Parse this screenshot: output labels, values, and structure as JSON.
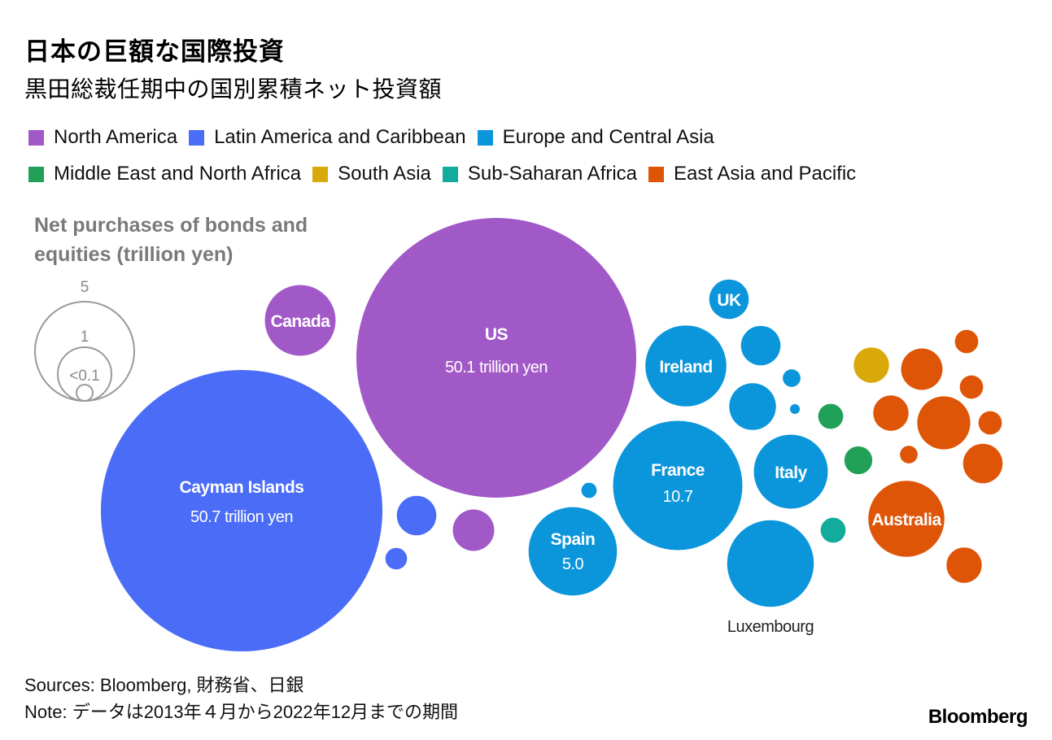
{
  "title": "日本の巨額な国際投資",
  "subtitle": "黒田総裁任期中の国別累積ネット投資額",
  "legend": [
    {
      "name": "North America",
      "color": "#a259c8"
    },
    {
      "name": "Latin America and Caribbean",
      "color": "#4a6cf7"
    },
    {
      "name": "Europe and Central Asia",
      "color": "#0b96db"
    },
    {
      "name": "Middle East and North Africa",
      "color": "#21a057"
    },
    {
      "name": "South Asia",
      "color": "#d9a90a"
    },
    {
      "name": "Sub-Saharan Africa",
      "color": "#12ab9c"
    },
    {
      "name": "East Asia and Pacific",
      "color": "#df5507"
    }
  ],
  "size_legend": {
    "title": "Net purchases of bonds and equities (trillion yen)",
    "labels": [
      "5",
      "1",
      "<0.1"
    ],
    "values": [
      5,
      1,
      0.1
    ]
  },
  "chart_data": {
    "type": "bubble",
    "unit": "trillion yen",
    "points": [
      {
        "label": "Cayman Islands",
        "value_label": "50.7 trillion yen",
        "value": 50.7,
        "region": "Latin America and Caribbean"
      },
      {
        "label": "US",
        "value_label": "50.1 trillion yen",
        "value": 50.1,
        "region": "North America"
      },
      {
        "label": "Canada",
        "value": 3.2,
        "region": "North America"
      },
      {
        "label": "",
        "value": 1.1,
        "region": "North America"
      },
      {
        "label": "",
        "value": 1.0,
        "region": "Latin America and Caribbean"
      },
      {
        "label": "",
        "value": 0.3,
        "region": "Latin America and Caribbean"
      },
      {
        "label": "France",
        "value_label": "10.7",
        "value": 10.7,
        "region": "Europe and Central Asia"
      },
      {
        "label": "Spain",
        "value_label": "5.0",
        "value": 5.0,
        "region": "Europe and Central Asia"
      },
      {
        "label": "Luxembourg",
        "value": 4.8,
        "region": "Europe and Central Asia"
      },
      {
        "label": "Ireland",
        "value": 4.2,
        "region": "Europe and Central Asia"
      },
      {
        "label": "Italy",
        "value": 3.5,
        "region": "Europe and Central Asia"
      },
      {
        "label": "UK",
        "value": 1.0,
        "region": "Europe and Central Asia"
      },
      {
        "label": "",
        "value": 1.0,
        "region": "Europe and Central Asia"
      },
      {
        "label": "",
        "value": 1.4,
        "region": "Europe and Central Asia"
      },
      {
        "label": "",
        "value": 0.2,
        "region": "Europe and Central Asia"
      },
      {
        "label": "",
        "value": 0.15,
        "region": "Europe and Central Asia"
      },
      {
        "label": "",
        "value": 0.05,
        "region": "Europe and Central Asia"
      },
      {
        "label": "",
        "value": 0.4,
        "region": "Middle East and North Africa"
      },
      {
        "label": "",
        "value": 0.5,
        "region": "Middle East and North Africa"
      },
      {
        "label": "",
        "value": 0.8,
        "region": "South Asia"
      },
      {
        "label": "",
        "value": 0.4,
        "region": "Sub-Saharan Africa"
      },
      {
        "label": "Australia",
        "value": 3.7,
        "region": "East Asia and Pacific"
      },
      {
        "label": "",
        "value": 1.8,
        "region": "East Asia and Pacific"
      },
      {
        "label": "",
        "value": 1.1,
        "region": "East Asia and Pacific"
      },
      {
        "label": "",
        "value": 1.0,
        "region": "East Asia and Pacific"
      },
      {
        "label": "",
        "value": 0.8,
        "region": "East Asia and Pacific"
      },
      {
        "label": "",
        "value": 0.8,
        "region": "East Asia and Pacific"
      },
      {
        "label": "",
        "value": 0.35,
        "region": "East Asia and Pacific"
      },
      {
        "label": "",
        "value": 0.35,
        "region": "East Asia and Pacific"
      },
      {
        "label": "",
        "value": 0.35,
        "region": "East Asia and Pacific"
      },
      {
        "label": "",
        "value": 0.2,
        "region": "East Asia and Pacific"
      }
    ]
  },
  "footer": {
    "sources": "Sources: Bloomberg, 財務省、日銀",
    "note": "Note: データは2013年４月から2022年12月までの期間"
  },
  "brand": "Bloomberg"
}
